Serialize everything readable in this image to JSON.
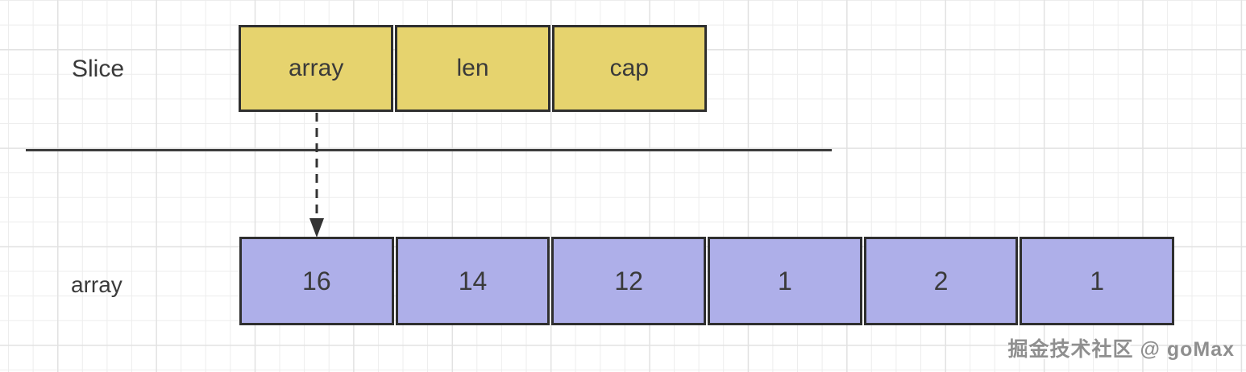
{
  "labels": {
    "slice_row": "Slice",
    "array_row": "array"
  },
  "slice_fields": [
    "array",
    "len",
    "cap"
  ],
  "array_values": [
    "16",
    "14",
    "12",
    "1",
    "2",
    "1"
  ],
  "watermark": "掘金技术社区 @ goMax",
  "colors": {
    "slice-fill": "#e6d36e",
    "array-fill": "#aeafe9",
    "box-border": "#2f2f2f",
    "text": "#3a3a3a",
    "line": "#3d3d3d",
    "watermark": "#8f8f8f",
    "grid-minor": "#ededed",
    "grid-major": "#e2e2e2"
  }
}
